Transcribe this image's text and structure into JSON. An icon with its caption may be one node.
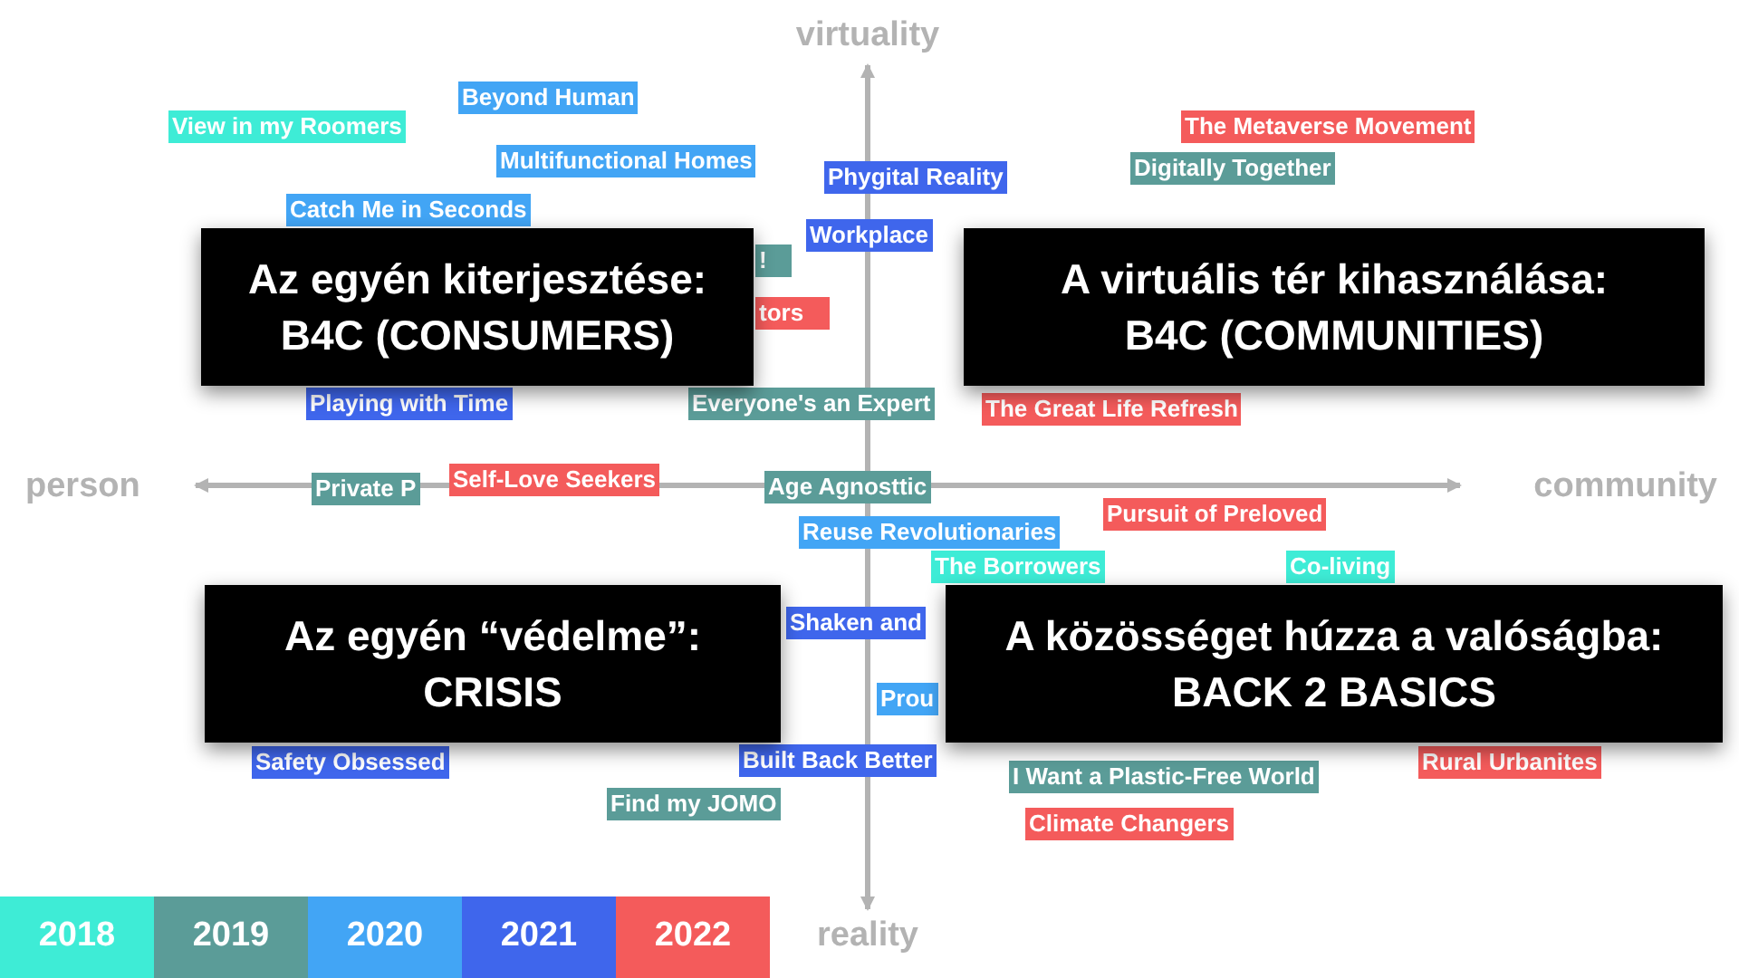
{
  "diagram": {
    "nodes": [
      {
        "text": [
          "View in my Roomers"
        ]
      },
      {
        "text": [
          "Beyond Human"
        ]
      },
      {
        "text": [
          "Multifunctional Homes"
        ]
      },
      {
        "text": [
          "Phygital Reality"
        ]
      },
      {
        "text": [
          "The Metaverse Movement"
        ]
      },
      {
        "text": [
          "Digitally Together"
        ]
      },
      {
        "text": [
          "Catch Me in Seconds"
        ]
      },
      {
        "text": [
          "Workplace"
        ]
      },
      {
        "text": [
          "!"
        ]
      },
      {
        "text": [
          "tors"
        ]
      },
      {
        "text": [
          "Playing with Time"
        ]
      },
      {
        "text": [
          "Everyone's an Expert"
        ]
      },
      {
        "text": [
          "The Great Life Refresh"
        ]
      },
      {
        "text": [
          "Private P"
        ]
      },
      {
        "text": [
          "Self-Love Seekers"
        ]
      },
      {
        "text": [
          "Age Agnosttic"
        ]
      },
      {
        "text": [
          "Pursuit of Preloved"
        ]
      },
      {
        "text": [
          "Reuse Revolutionaries"
        ]
      },
      {
        "text": [
          "The Borrowers"
        ]
      },
      {
        "text": [
          "Co-living"
        ]
      },
      {
        "text": [
          "Shaken and"
        ]
      },
      {
        "text": [
          "Prou"
        ]
      },
      {
        "text": [
          "Built Back Better"
        ]
      },
      {
        "text": [
          "Safety Obsessed"
        ]
      },
      {
        "text": [
          "Rural Urbanites"
        ]
      },
      {
        "text": [
          "Find my JOMO"
        ]
      },
      {
        "text": [
          "I Want a Plastic-Free World"
        ]
      },
      {
        "text": [
          "Climate Changers"
        ]
      },
      {
        "text": [
          "Az egyén kiterjesztése: B4C (CONSUMERS)"
        ]
      },
      {
        "text": [
          "A virtuális tér kihasználása: B4C (COMMUNITIES)"
        ]
      },
      {
        "text": [
          "Az egyén “védelme”: CRISIS"
        ]
      },
      {
        "text": [
          "A közösséget húzza a valóságba: BACK 2 BASICS"
        ]
      }
    ],
    "labels": [
      "virtuality",
      "person",
      "community",
      "reality"
    ],
    "legend": [
      {
        "text": "2018",
        "color": "#3eecd6"
      },
      {
        "text": "2019",
        "color": "#5b9c98"
      },
      {
        "text": "2020",
        "color": "#42a5f5"
      },
      {
        "text": "2021",
        "color": "#3f66ec"
      },
      {
        "text": "2022",
        "color": "#f45b5b"
      }
    ]
  }
}
